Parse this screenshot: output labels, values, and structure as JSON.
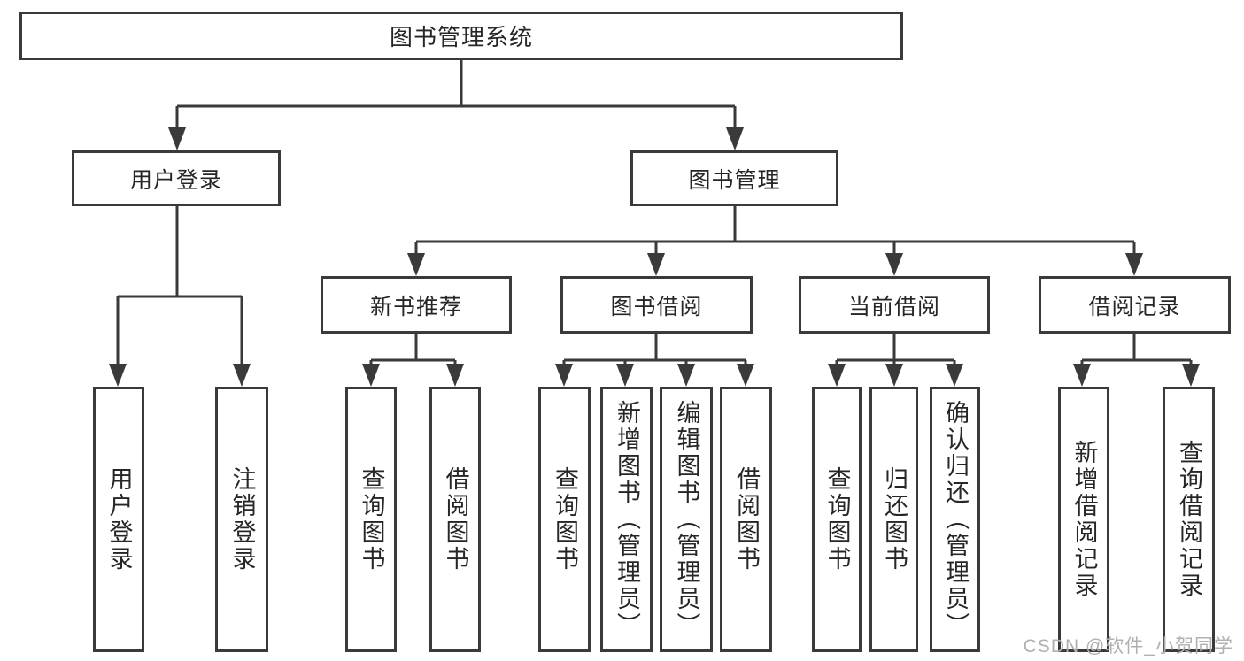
{
  "diagram": {
    "root": {
      "label": "图书管理系统"
    },
    "user_login": {
      "label": "用户登录",
      "children": [
        {
          "label": "用户登录"
        },
        {
          "label": "注销登录"
        }
      ]
    },
    "book_mgmt": {
      "label": "图书管理",
      "sections": [
        {
          "label": "新书推荐",
          "children": [
            {
              "label": "查询图书"
            },
            {
              "label": "借阅图书"
            }
          ]
        },
        {
          "label": "图书借阅",
          "children": [
            {
              "label": "查询图书"
            },
            {
              "label": "新增图书（管理员）"
            },
            {
              "label": "编辑图书（管理员）"
            },
            {
              "label": "借阅图书"
            }
          ]
        },
        {
          "label": "当前借阅",
          "children": [
            {
              "label": "查询图书"
            },
            {
              "label": "归还图书"
            },
            {
              "label": "确认归还（管理员）"
            }
          ]
        },
        {
          "label": "借阅记录",
          "children": [
            {
              "label": "新增借阅记录"
            },
            {
              "label": "查询借阅记录"
            }
          ]
        }
      ]
    }
  },
  "watermark": {
    "text": "CSDN @软件_小贺同学"
  },
  "colors": {
    "line": "#3a3a3a",
    "text": "#262626",
    "watermark": "#b0b0b0",
    "background": "#ffffff"
  }
}
